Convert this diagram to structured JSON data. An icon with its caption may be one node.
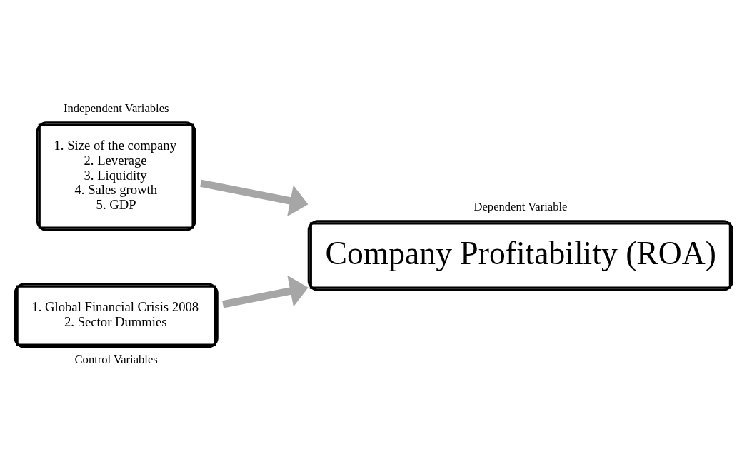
{
  "diagram": {
    "nodes": [
      {
        "text": [
          "Independent Variables",
          "1. Size of the company",
          "2. Leverage",
          "3. Liquidity",
          "4. Sales growth",
          "5. GDP"
        ]
      },
      {
        "text": [
          "Dependent Variable",
          "Company Profitability (ROA)"
        ]
      },
      {
        "text": [
          "1. Global Financial Crisis 2008",
          "2. Sector Dummies",
          "Control Variables"
        ]
      }
    ],
    "edges": [
      {
        "from": 0,
        "to": 1,
        "arrow": "to"
      },
      {
        "from": 2,
        "to": 1,
        "arrow": "to"
      }
    ]
  }
}
